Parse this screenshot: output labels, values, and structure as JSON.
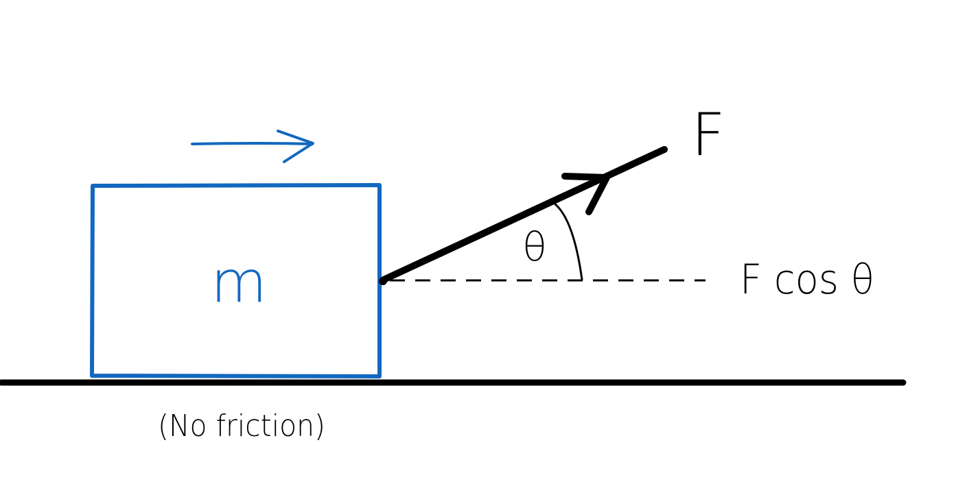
{
  "labels": {
    "mass": "m",
    "force": "F",
    "angle": "θ",
    "component": "F cos θ",
    "note": "(No friction)"
  },
  "colors": {
    "block": "#1268bf",
    "ink": "#000000",
    "background": "#ffffff"
  }
}
